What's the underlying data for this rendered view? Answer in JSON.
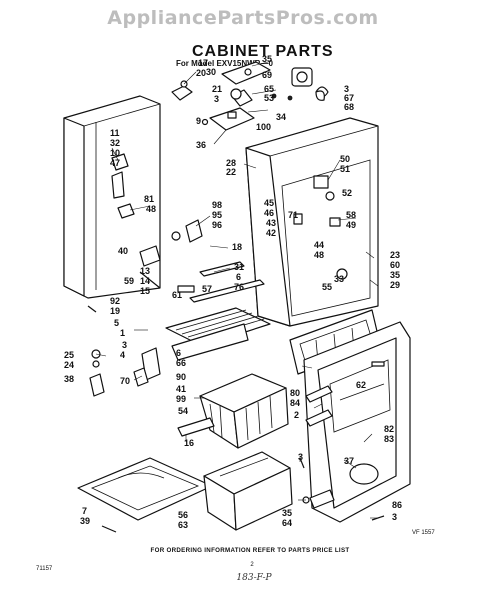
{
  "watermark": "AppliancePartsPros.com",
  "title": "CABINET PARTS",
  "model_line": "For Model EXV15NWR—0",
  "footer_text": "FOR ORDERING INFORMATION REFER TO PARTS PRICE LIST",
  "page_number": "2",
  "handwritten_note": "183-F-P",
  "corner_code_left": "71157",
  "corner_code_right": "VF 1557",
  "callouts": [
    {
      "id": "c17",
      "text": "17"
    },
    {
      "id": "c20",
      "text": "20"
    },
    {
      "id": "c35a",
      "text": "35"
    },
    {
      "id": "c30",
      "text": "30"
    },
    {
      "id": "c69",
      "text": "69"
    },
    {
      "id": "c21",
      "text": "21"
    },
    {
      "id": "c3a",
      "text": "3"
    },
    {
      "id": "c65",
      "text": "65"
    },
    {
      "id": "c53",
      "text": "53"
    },
    {
      "id": "c3b",
      "text": "3"
    },
    {
      "id": "c67",
      "text": "67"
    },
    {
      "id": "c68",
      "text": "68"
    },
    {
      "id": "c9",
      "text": "9"
    },
    {
      "id": "c100",
      "text": "100"
    },
    {
      "id": "c34",
      "text": "34"
    },
    {
      "id": "c36",
      "text": "36"
    },
    {
      "id": "c11",
      "text": "11"
    },
    {
      "id": "c32",
      "text": "32"
    },
    {
      "id": "c10",
      "text": "10"
    },
    {
      "id": "c47",
      "text": "47"
    },
    {
      "id": "c28",
      "text": "28"
    },
    {
      "id": "c22",
      "text": "22"
    },
    {
      "id": "c50",
      "text": "50"
    },
    {
      "id": "c51",
      "text": "51"
    },
    {
      "id": "c52",
      "text": "52"
    },
    {
      "id": "c45",
      "text": "45"
    },
    {
      "id": "c46",
      "text": "46"
    },
    {
      "id": "c71",
      "text": "71"
    },
    {
      "id": "c43",
      "text": "43"
    },
    {
      "id": "c58",
      "text": "58"
    },
    {
      "id": "c49",
      "text": "49"
    },
    {
      "id": "c42",
      "text": "42"
    },
    {
      "id": "c44",
      "text": "44"
    },
    {
      "id": "c48b",
      "text": "48"
    },
    {
      "id": "c81",
      "text": "81"
    },
    {
      "id": "c48a",
      "text": "48"
    },
    {
      "id": "c98",
      "text": "98"
    },
    {
      "id": "c95",
      "text": "95"
    },
    {
      "id": "c96",
      "text": "96"
    },
    {
      "id": "c18",
      "text": "18"
    },
    {
      "id": "c40",
      "text": "40"
    },
    {
      "id": "c13",
      "text": "13"
    },
    {
      "id": "c14",
      "text": "14"
    },
    {
      "id": "c15",
      "text": "15"
    },
    {
      "id": "c59",
      "text": "59"
    },
    {
      "id": "c31",
      "text": "31"
    },
    {
      "id": "c6a",
      "text": "6"
    },
    {
      "id": "c57",
      "text": "57"
    },
    {
      "id": "c76",
      "text": "76"
    },
    {
      "id": "c61",
      "text": "61"
    },
    {
      "id": "c23",
      "text": "23"
    },
    {
      "id": "c60",
      "text": "60"
    },
    {
      "id": "c35b",
      "text": "35"
    },
    {
      "id": "c33",
      "text": "33"
    },
    {
      "id": "c55",
      "text": "55"
    },
    {
      "id": "c29",
      "text": "29"
    },
    {
      "id": "c92",
      "text": "92"
    },
    {
      "id": "c19",
      "text": "19"
    },
    {
      "id": "c5",
      "text": "5"
    },
    {
      "id": "c1",
      "text": "1"
    },
    {
      "id": "c3c",
      "text": "3"
    },
    {
      "id": "c6b",
      "text": "6"
    },
    {
      "id": "c66",
      "text": "66"
    },
    {
      "id": "c25",
      "text": "25"
    },
    {
      "id": "c24",
      "text": "24"
    },
    {
      "id": "c4",
      "text": "4"
    },
    {
      "id": "c38",
      "text": "38"
    },
    {
      "id": "c70",
      "text": "70"
    },
    {
      "id": "c90",
      "text": "90"
    },
    {
      "id": "c41",
      "text": "41"
    },
    {
      "id": "c99",
      "text": "99"
    },
    {
      "id": "c54",
      "text": "54"
    },
    {
      "id": "c80",
      "text": "80"
    },
    {
      "id": "c62",
      "text": "62"
    },
    {
      "id": "c84",
      "text": "84"
    },
    {
      "id": "c2",
      "text": "2"
    },
    {
      "id": "c82",
      "text": "82"
    },
    {
      "id": "c83",
      "text": "83"
    },
    {
      "id": "c16",
      "text": "16"
    },
    {
      "id": "c37",
      "text": "37"
    },
    {
      "id": "c3d",
      "text": "3"
    },
    {
      "id": "c7",
      "text": "7"
    },
    {
      "id": "c39",
      "text": "39"
    },
    {
      "id": "c56",
      "text": "56"
    },
    {
      "id": "c63",
      "text": "63"
    },
    {
      "id": "c35c",
      "text": "35"
    },
    {
      "id": "c64",
      "text": "64"
    },
    {
      "id": "c86",
      "text": "86"
    },
    {
      "id": "c3e",
      "text": "3"
    }
  ]
}
